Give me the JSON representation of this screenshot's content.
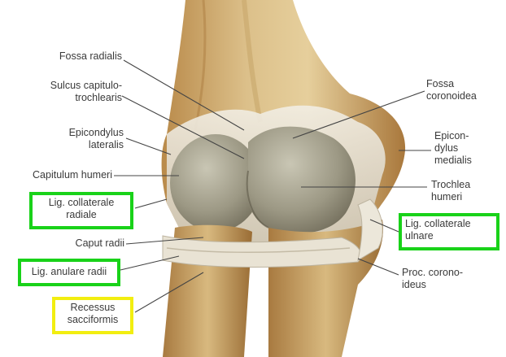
{
  "labels": {
    "fossa_radialis": "Fossa radialis",
    "sulcus_1": "Sulcus capitulo-",
    "sulcus_2": "trochlearis",
    "epicondylus_lat_1": "Epicondylus",
    "epicondylus_lat_2": "lateralis",
    "capitulum": "Capitulum humeri",
    "lig_coll_rad_1": "Lig. collaterale",
    "lig_coll_rad_2": "radiale",
    "caput_radii": "Caput radii",
    "lig_anulare": "Lig. anulare radii",
    "recessus_1": "Recessus",
    "recessus_2": "sacciformis",
    "fossa_coron_1": "Fossa",
    "fossa_coron_2": "coronoidea",
    "epicon_med_1": "Epicon-",
    "epicon_med_2": "dylus",
    "epicon_med_3": "medialis",
    "trochlea_1": "Trochlea",
    "trochlea_2": "humeri",
    "lig_coll_uln_1": "Lig. collaterale",
    "lig_coll_uln_2": "ulnare",
    "proc_coron_1": "Proc. corono-",
    "proc_coron_2": "ideus"
  },
  "highlights": {
    "green": "#19d219",
    "yellow": "#f2ee10"
  }
}
